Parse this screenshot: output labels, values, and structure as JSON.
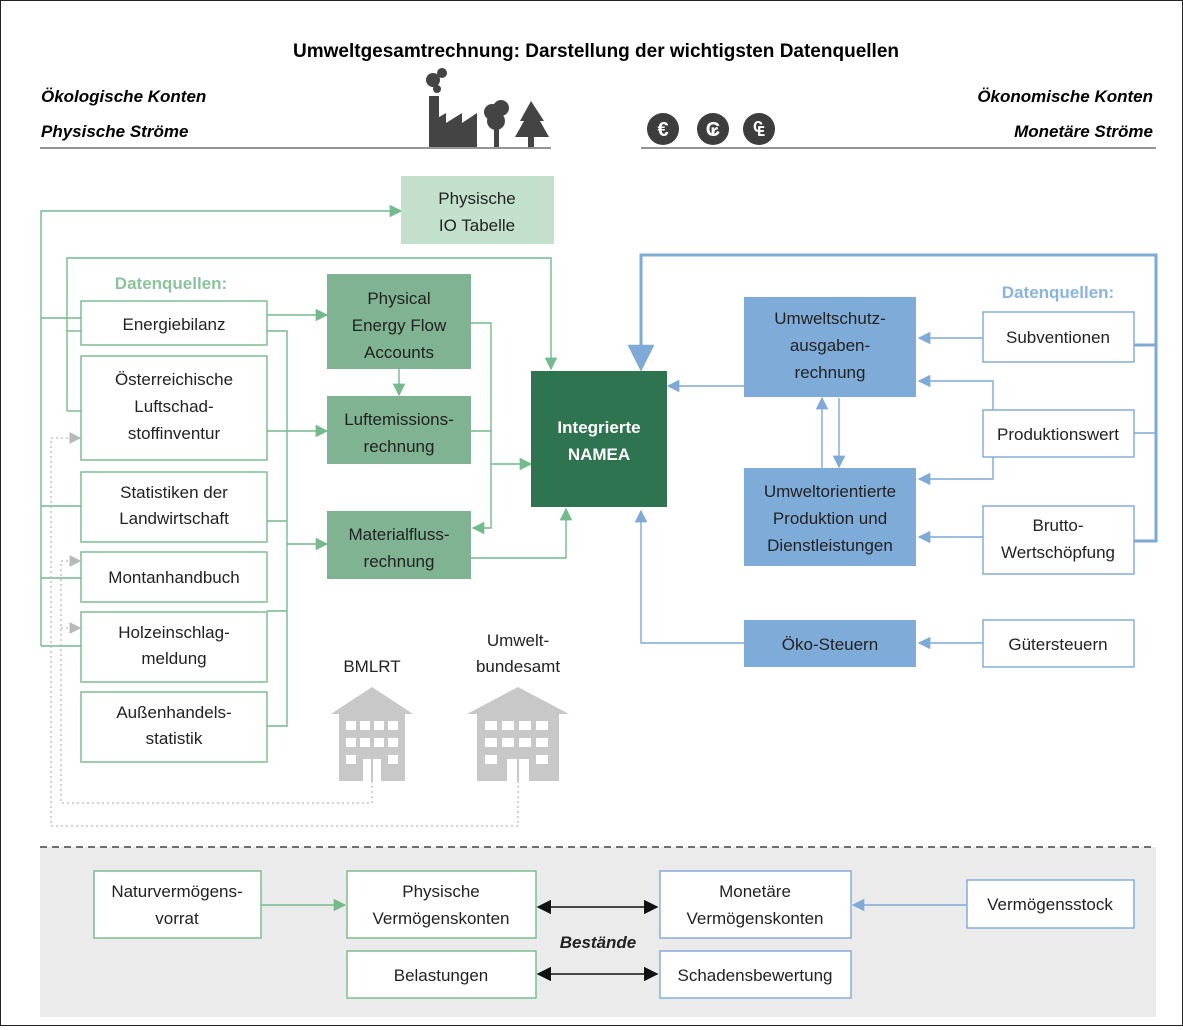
{
  "title": "Umweltgesamtrechnung: Darstellung der wichtigsten Datenquellen",
  "header": {
    "left_line1": "Ökologische Konten",
    "left_line2": "Physische Ströme",
    "right_line1": "Ökonomische Konten",
    "right_line2": "Monetäre Ströme",
    "currency_symbols": [
      "€",
      "₢",
      "₠"
    ]
  },
  "left": {
    "sources_heading": "Datenquellen:",
    "sources": [
      [
        "Energiebilanz"
      ],
      [
        "Österreichische",
        "Luftschad-",
        "stoffinventur"
      ],
      [
        "Statistiken der",
        "Landwirtschaft"
      ],
      [
        "Montanhandbuch"
      ],
      [
        "Holzeinschlag-",
        "meldung"
      ],
      [
        "Außenhandels-",
        "statistik"
      ]
    ],
    "accounts": [
      [
        "Physical",
        "Energy Flow",
        "Accounts"
      ],
      [
        "Luftemissions-",
        "rechnung"
      ],
      [
        "Materialfluss-",
        "rechnung"
      ]
    ],
    "physische_io": [
      "Physische",
      "IO Tabelle"
    ]
  },
  "center": {
    "namea": [
      "Integrierte",
      "NAMEA"
    ]
  },
  "right": {
    "sources_heading": "Datenquellen:",
    "accounts": [
      [
        "Umweltschutz-",
        "ausgaben-",
        "rechnung"
      ],
      [
        "Umweltorientierte",
        "Produktion und",
        "Dienstleistungen"
      ],
      [
        "Öko-Steuern"
      ]
    ],
    "sources": [
      [
        "Subventionen"
      ],
      [
        "Produktionswert"
      ],
      [
        "Brutto-",
        "Wertschöpfung"
      ],
      [
        "Gütersteuern"
      ]
    ]
  },
  "institutions": [
    [
      "BMLRT"
    ],
    [
      "Umwelt-",
      "bundesamt"
    ]
  ],
  "bottom": {
    "naturvermoegen": [
      "Naturvermögens-",
      "vorrat"
    ],
    "physische_vk": [
      "Physische",
      "Vermögenskonten"
    ],
    "monetaere_vk": [
      "Monetäre",
      "Vermögenskonten"
    ],
    "vermoegensstock": [
      "Vermögensstock"
    ],
    "bestaende": "Bestände",
    "belastungen": [
      "Belastungen"
    ],
    "schadensbewertung": [
      "Schadensbewertung"
    ]
  },
  "colors": {
    "green_line": "#75b98c",
    "green_box": "#7fb392",
    "green_light": "#c3e0cc",
    "green_dark": "#2f7450",
    "blue_line": "#7fa9d6",
    "blue_box": "#7fabd8",
    "gray_icon": "#c8c8c8",
    "bottom_bg": "#ebebeb"
  }
}
